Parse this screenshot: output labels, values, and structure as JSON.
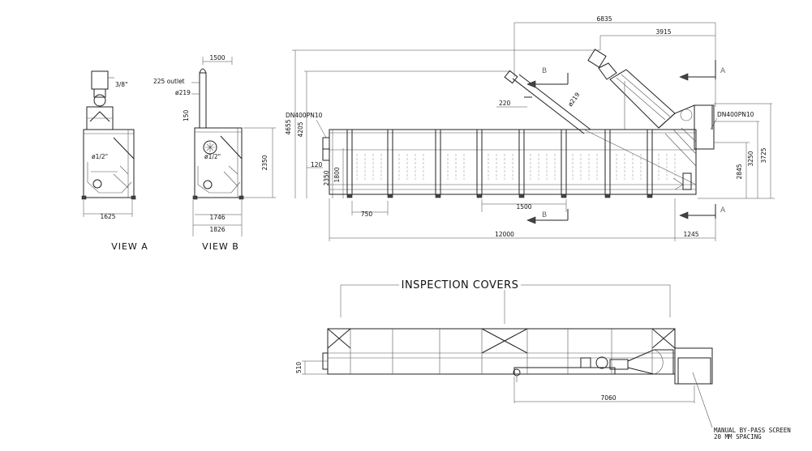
{
  "view_a": {
    "label": "VIEW A",
    "width_dim": "1625",
    "pipe_label": "ø1/2\"",
    "valve_label": "3/8\""
  },
  "view_b": {
    "label": "VIEW B",
    "top_dim": "1500",
    "outlet_label": "225 outlet",
    "dia_label": "ø219",
    "height_150": "150",
    "height_2350": "2350",
    "pipe_label": "ø1/2\"",
    "dim_1746": "1746",
    "dim_1826": "1826"
  },
  "side_view": {
    "dim_6835": "6835",
    "dim_3915": "3915",
    "dn_left": "DN400PN10",
    "dn_right": "DN400PN10",
    "dim_4655": "4655",
    "dim_4205": "4205",
    "dim_120": "120",
    "dim_2350": "2350",
    "dim_1800": "1800",
    "dim_220": "220",
    "dia_219": "ø219",
    "dim_750": "750",
    "dim_1500": "1500",
    "dim_12000": "12000",
    "dim_1245": "1245",
    "dim_2845": "2845",
    "dim_3250": "3250",
    "dim_3725": "3725",
    "section_a": "A",
    "section_b": "B"
  },
  "plan_view": {
    "inspection_label": "INSPECTION COVERS",
    "dim_510": "510",
    "dim_7060": "7060",
    "note_line1": "MANUAL BY-PASS SCREEN",
    "note_line2": "20 MM SPACING"
  }
}
